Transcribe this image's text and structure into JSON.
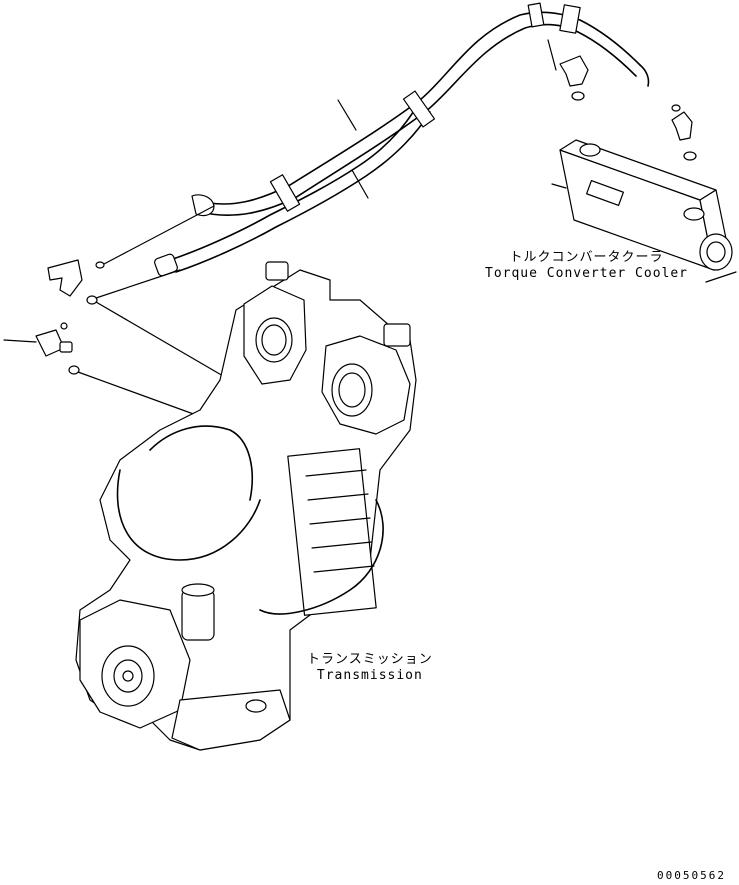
{
  "labels": {
    "torque_converter_cooler_jp": "トルクコンバータクーラ",
    "torque_converter_cooler_en": "Torque Converter Cooler",
    "transmission_jp": "トランスミッション",
    "transmission_en": "Transmission",
    "drawing_number": "00050562"
  },
  "colors": {
    "line": "#000000",
    "background": "#ffffff"
  }
}
